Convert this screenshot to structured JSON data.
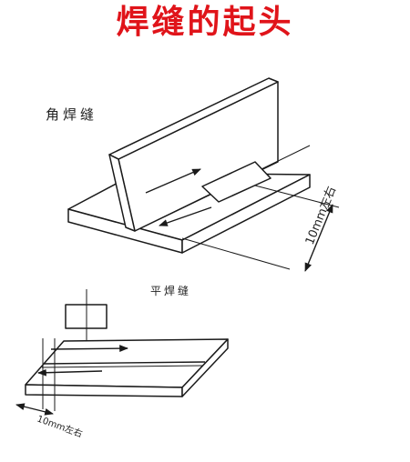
{
  "title": "焊缝的起头",
  "colors": {
    "title": "#e0141a",
    "line": "#1a1a1a"
  },
  "labels": {
    "fillet_weld": "角焊缝",
    "flat_weld": "平焊缝",
    "dim_fillet": "10mm左右",
    "dim_flat": "10mm左右"
  }
}
